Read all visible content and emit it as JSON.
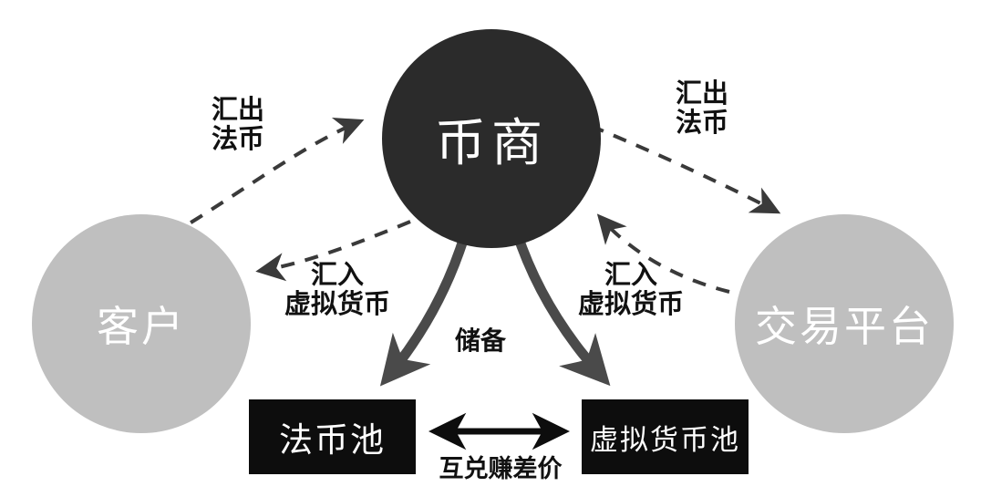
{
  "diagram": {
    "background_color": "#ffffff",
    "nodes": {
      "hub": {
        "label": "币商",
        "color": "#2b2b2b",
        "text_color": "#ffffff",
        "shape": "circle"
      },
      "customer": {
        "label": "客户",
        "color": "#bfbfbf",
        "text_color": "#ffffff",
        "shape": "circle"
      },
      "platform": {
        "label": "交易平台",
        "color": "#bfbfbf",
        "text_color": "#ffffff",
        "shape": "circle"
      },
      "fiat_pool": {
        "label": "法币池",
        "color": "#0d0d0d",
        "text_color": "#ffffff",
        "shape": "rectangle"
      },
      "crypto_pool": {
        "label": "虚拟货币池",
        "color": "#0d0d0d",
        "text_color": "#ffffff",
        "shape": "rectangle"
      }
    },
    "edges": {
      "customer_to_hub": {
        "line1": "汇出",
        "line2": "法币",
        "style": "dashed",
        "color": "#3a3a3a",
        "direction": "customer-to-hub"
      },
      "hub_to_customer": {
        "line1": "汇入",
        "line2": "虚拟货币",
        "style": "dashed",
        "color": "#3a3a3a",
        "direction": "hub-to-customer"
      },
      "hub_to_platform": {
        "line1": "汇出",
        "line2": "法币",
        "style": "dashed",
        "color": "#3a3a3a",
        "direction": "hub-to-platform"
      },
      "platform_to_hub": {
        "line1": "汇入",
        "line2": "虚拟货币",
        "style": "dashed",
        "color": "#3a3a3a",
        "direction": "platform-to-hub"
      },
      "reserve": {
        "label": "储备",
        "style": "solid-curved",
        "color": "#4a4a4a",
        "direction": "hub-to-pools"
      },
      "swap": {
        "label": "互兑赚差价",
        "style": "solid-double-arrow",
        "color": "#0d0d0d",
        "direction": "bidirectional"
      }
    }
  }
}
